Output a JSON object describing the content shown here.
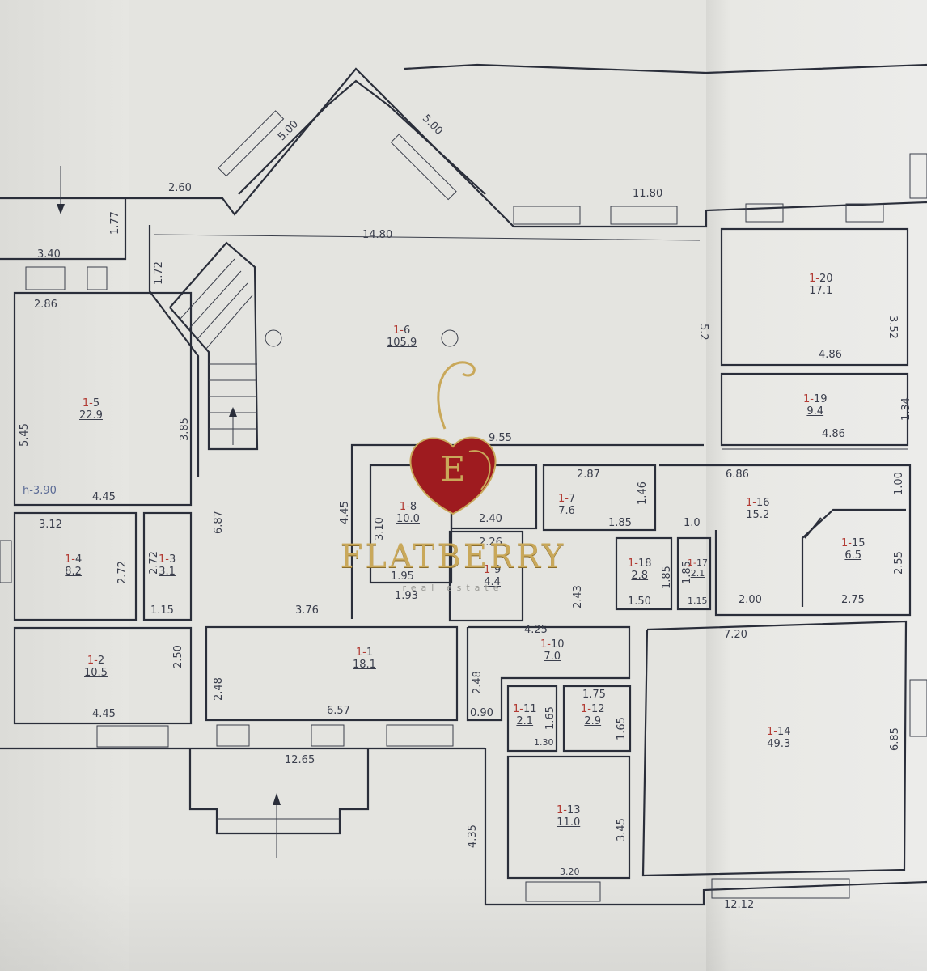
{
  "plan": {
    "dimensions": [
      {
        "id": "d1",
        "text": "5.00"
      },
      {
        "id": "d2",
        "text": "5.00"
      },
      {
        "id": "d3",
        "text": "2.60"
      },
      {
        "id": "d4",
        "text": "11.80"
      },
      {
        "id": "d5",
        "text": "14.80"
      },
      {
        "id": "d6",
        "text": "1.77"
      },
      {
        "id": "d7",
        "text": "3.40"
      },
      {
        "id": "d8",
        "text": "1.72"
      },
      {
        "id": "d9",
        "text": "2.86"
      },
      {
        "id": "d10",
        "text": "5.45"
      },
      {
        "id": "d11",
        "text": "3.85"
      },
      {
        "id": "d12",
        "text": "4.45"
      },
      {
        "id": "d13",
        "text": "h-3.90"
      },
      {
        "id": "d14",
        "text": "3.12"
      },
      {
        "id": "d15",
        "text": "2.72"
      },
      {
        "id": "d16",
        "text": "2.72"
      },
      {
        "id": "d17",
        "text": "1.15"
      },
      {
        "id": "d18",
        "text": "6.87"
      },
      {
        "id": "d19",
        "text": "4.45"
      },
      {
        "id": "d20",
        "text": "9.55"
      },
      {
        "id": "d21",
        "text": "3.10"
      },
      {
        "id": "d22",
        "text": "1.95"
      },
      {
        "id": "d23",
        "text": "1.93"
      },
      {
        "id": "d24",
        "text": "2.40"
      },
      {
        "id": "d25",
        "text": "2.26"
      },
      {
        "id": "d26",
        "text": "2.87"
      },
      {
        "id": "d27",
        "text": "1.46"
      },
      {
        "id": "d28",
        "text": "1.85"
      },
      {
        "id": "d29",
        "text": "1.0"
      },
      {
        "id": "d30",
        "text": "6.86"
      },
      {
        "id": "d31",
        "text": "1.00"
      },
      {
        "id": "d32",
        "text": "3.52"
      },
      {
        "id": "d33",
        "text": "4.86"
      },
      {
        "id": "d34",
        "text": "1.34"
      },
      {
        "id": "d35",
        "text": "4.86"
      },
      {
        "id": "d36",
        "text": "5.2"
      },
      {
        "id": "d37",
        "text": "2.55"
      },
      {
        "id": "d38",
        "text": "2.00"
      },
      {
        "id": "d39",
        "text": "2.75"
      },
      {
        "id": "d40",
        "text": "1.85"
      },
      {
        "id": "d41",
        "text": "1.50"
      },
      {
        "id": "d42",
        "text": "1.85"
      },
      {
        "id": "d43",
        "text": "1.15"
      },
      {
        "id": "d44",
        "text": "2.43"
      },
      {
        "id": "d45",
        "text": "3.76"
      },
      {
        "id": "d46",
        "text": "2.50"
      },
      {
        "id": "d47",
        "text": "2.48"
      },
      {
        "id": "d48",
        "text": "4.45"
      },
      {
        "id": "d49",
        "text": "6.57"
      },
      {
        "id": "d50",
        "text": "4.25"
      },
      {
        "id": "d51",
        "text": "2.48"
      },
      {
        "id": "d52",
        "text": "0.90"
      },
      {
        "id": "d53",
        "text": "1.75"
      },
      {
        "id": "d54",
        "text": "1.65"
      },
      {
        "id": "d55",
        "text": "1.65"
      },
      {
        "id": "d56",
        "text": "1.30"
      },
      {
        "id": "d57",
        "text": "7.20"
      },
      {
        "id": "d58",
        "text": "6.85"
      },
      {
        "id": "d59",
        "text": "12.65"
      },
      {
        "id": "d60",
        "text": "4.35"
      },
      {
        "id": "d61",
        "text": "3.45"
      },
      {
        "id": "d62",
        "text": "3.20"
      },
      {
        "id": "d63",
        "text": "12.12"
      }
    ],
    "rooms": [
      {
        "id": "r5",
        "prefix": "1-",
        "num": "5",
        "area": "22.9"
      },
      {
        "id": "r6",
        "prefix": "1-",
        "num": "6",
        "area": "105.9"
      },
      {
        "id": "r4",
        "prefix": "1-",
        "num": "4",
        "area": "8.2"
      },
      {
        "id": "r3",
        "prefix": "1-",
        "num": "3",
        "area": "3.1"
      },
      {
        "id": "r2",
        "prefix": "1-",
        "num": "2",
        "area": "10.5"
      },
      {
        "id": "r1",
        "prefix": "1-",
        "num": "1",
        "area": "18.1"
      },
      {
        "id": "r8",
        "prefix": "1-",
        "num": "8",
        "area": "10.0"
      },
      {
        "id": "r9",
        "prefix": "1-",
        "num": "9",
        "area": "4.4"
      },
      {
        "id": "r7",
        "prefix": "1-",
        "num": "7",
        "area": "7.6"
      },
      {
        "id": "r18",
        "prefix": "1-",
        "num": "18",
        "area": "2.8"
      },
      {
        "id": "r17",
        "prefix": "1-",
        "num": "17",
        "area": "2.1"
      },
      {
        "id": "r16",
        "prefix": "1-",
        "num": "16",
        "area": "15.2"
      },
      {
        "id": "r15",
        "prefix": "1-",
        "num": "15",
        "area": "6.5"
      },
      {
        "id": "r20",
        "prefix": "1-",
        "num": "20",
        "area": "17.1"
      },
      {
        "id": "r19",
        "prefix": "1-",
        "num": "19",
        "area": "9.4"
      },
      {
        "id": "r10",
        "prefix": "1-",
        "num": "10",
        "area": "7.0"
      },
      {
        "id": "r11",
        "prefix": "1-",
        "num": "11",
        "area": "2.1"
      },
      {
        "id": "r12",
        "prefix": "1-",
        "num": "12",
        "area": "2.9"
      },
      {
        "id": "r13",
        "prefix": "1-",
        "num": "13",
        "area": "11.0"
      },
      {
        "id": "r14",
        "prefix": "1-",
        "num": "14",
        "area": "49.3"
      }
    ],
    "colors": {
      "ink": "#2a2e3a",
      "red_ink": "#b23a33",
      "paper": "#e4e4e0"
    }
  },
  "watermark": {
    "brand": "FLATBERRY",
    "tagline": "real estate",
    "monogram": "E",
    "colors": {
      "berry": "#9e1b1f",
      "gold": "#c9a85a"
    }
  }
}
